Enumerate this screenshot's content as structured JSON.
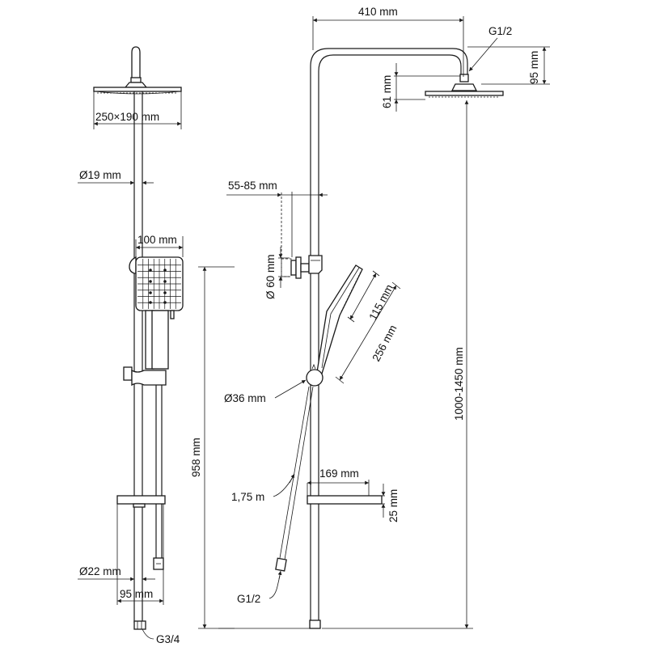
{
  "drawing": {
    "title": "Shower system dimension drawing",
    "side_view": {
      "head_size": "250×190 mm",
      "riser_diameter": "Ø19 mm",
      "handshower_width": "100 mm",
      "height_958": "958 mm",
      "lower_pipe_diameter": "Ø22 mm",
      "bracket_spacing": "95 mm",
      "inlet_thread": "G3/4"
    },
    "front_view": {
      "arm_length": "410 mm",
      "head_thread": "G1/2",
      "arm_drop": "95 mm",
      "head_height": "61 mm",
      "wall_offset": "55-85 mm",
      "bracket_diameter": "Ø 60 mm",
      "handshower_head_length": "115 mm",
      "handshower_length": "256 mm",
      "diverter_diameter": "Ø36 mm",
      "adjustable_height": "1000-1450 mm",
      "hose_length": "1,75 m",
      "shelf_depth": "169 mm",
      "shelf_thickness": "25 mm",
      "hose_thread": "G1/2"
    }
  }
}
